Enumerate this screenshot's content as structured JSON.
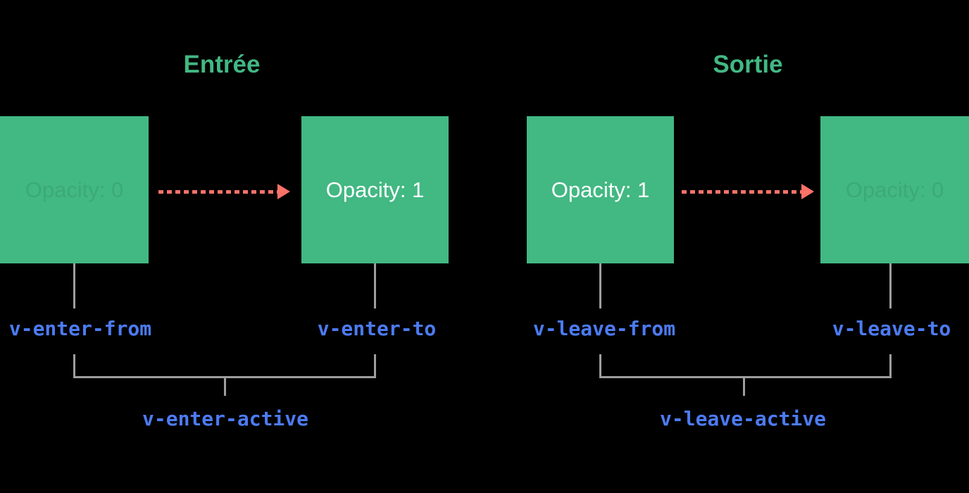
{
  "colors": {
    "background": "#000000",
    "green": "#42b883",
    "red": "#fa7268",
    "blue": "#4c7bf3",
    "gray": "#9e9e9e",
    "white": "#ffffff"
  },
  "diagram": {
    "sections": [
      {
        "id": "enter",
        "title": "Entrée",
        "from_box_label": "Opacity: 0",
        "to_box_label": "Opacity: 1",
        "arrow_icon": "dashed-arrow-right",
        "from_class": "v-enter-from",
        "to_class": "v-enter-to",
        "active_class": "v-enter-active"
      },
      {
        "id": "leave",
        "title": "Sortie",
        "from_box_label": "Opacity: 1",
        "to_box_label": "Opacity: 0",
        "arrow_icon": "dashed-arrow-right",
        "from_class": "v-leave-from",
        "to_class": "v-leave-to",
        "active_class": "v-leave-active"
      }
    ]
  }
}
